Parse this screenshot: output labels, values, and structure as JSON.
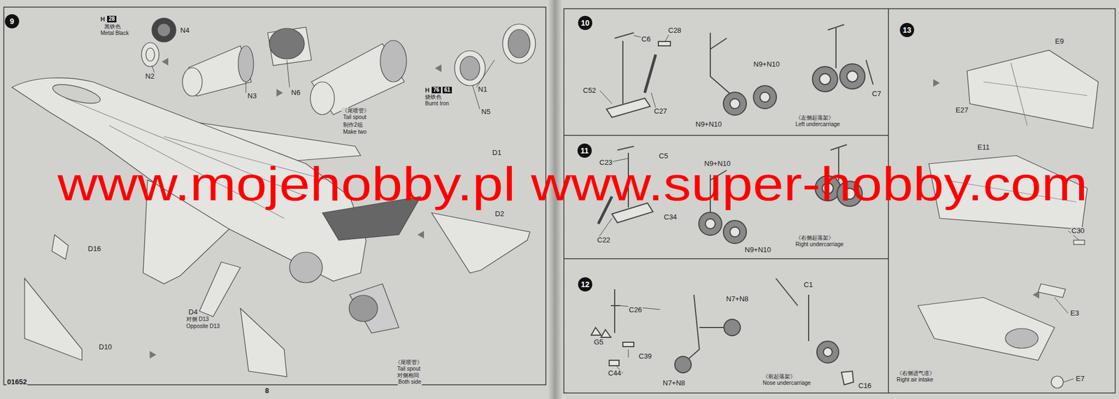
{
  "diagram": {
    "nodes": [
      {
        "text": [
          "9"
        ]
      },
      {
        "text": [
          "10"
        ]
      },
      {
        "text": [
          "11"
        ]
      },
      {
        "text": [
          "12"
        ]
      },
      {
        "text": [
          "13"
        ]
      }
    ],
    "labels": [
      "H",
      "28",
      "黑铁色",
      "Metal Black",
      "N4",
      "N2",
      "N6",
      "N3",
      "H",
      "76",
      "61",
      "烧铁色",
      "Burnt Iron",
      "《尾喷管》",
      "Tail spout",
      "制作2组",
      "Make two",
      "N1",
      "N5",
      "D1",
      "D2",
      "D16",
      "D4",
      "对侧 D13",
      "Opposite D13",
      "D10",
      "《尾喷管》",
      "Tail spout",
      "对侧相同",
      "Both side",
      "01652",
      "8",
      "C6",
      "C28",
      "C52",
      "C27",
      "N9+N10",
      "N9+N10",
      "C7",
      "《左侧起落架》",
      "Left undercarriage",
      "C23",
      "C5",
      "C34",
      "C22",
      "N9+N10",
      "N9+N10",
      "《右侧起落架》",
      "Right undercarriage",
      "C26",
      "G5",
      "C39",
      "C44",
      "N7+N8",
      "C1",
      "N7+N8",
      "《前起落架》",
      "Nose undercarriage",
      "C16",
      "E9",
      "E27",
      "E11",
      "C30",
      "E3",
      "《右侧进气道》",
      "Right air intake",
      "E7",
      "www.mojehobby.pl www.super-hobby.com"
    ]
  }
}
